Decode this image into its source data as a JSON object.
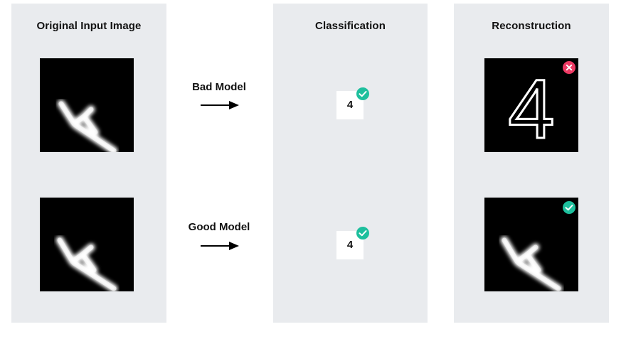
{
  "panels": {
    "input": {
      "title": "Original Input Image"
    },
    "classification": {
      "title": "Classification"
    },
    "reconstruction": {
      "title": "Reconstruction"
    }
  },
  "rows": [
    {
      "model_label": "Bad Model",
      "predicted_class": "4",
      "classification_status": "correct",
      "reconstruction_status": "incorrect",
      "reconstruction_digit": "4"
    },
    {
      "model_label": "Good Model",
      "predicted_class": "4",
      "classification_status": "correct",
      "reconstruction_status": "correct"
    }
  ],
  "colors": {
    "panel_background": "#e9ebee",
    "correct_badge": "#1dbf9d",
    "incorrect_badge": "#ee3a64"
  },
  "icons": {
    "correct": "check-icon",
    "incorrect": "cross-icon",
    "arrow": "arrow-right-icon"
  }
}
